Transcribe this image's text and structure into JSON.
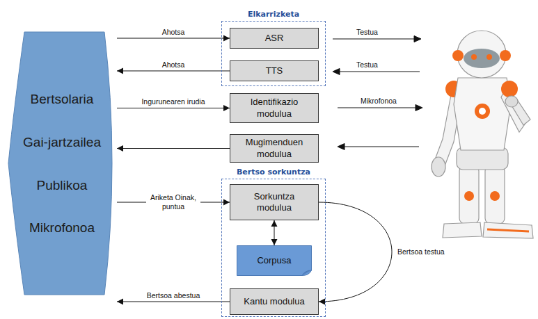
{
  "diagram": {
    "nodes": [
      {
        "text": [
          "Bertsolaria",
          "Gai-jartzailea",
          "Publikoa",
          "Mikrofonoa"
        ]
      },
      {
        "text": [
          "Elkarrizketa"
        ]
      },
      {
        "text": [
          "ASR"
        ],
        "in": 1
      },
      {
        "text": [
          "TTS"
        ],
        "in": 1
      },
      {
        "text": [
          "Identifikazio modulua"
        ]
      },
      {
        "text": [
          "Mugimenduen modulua"
        ]
      },
      {
        "text": [
          "Bertso sorkuntza"
        ]
      },
      {
        "text": [
          "Sorkuntza modulua"
        ],
        "in": 6
      },
      {
        "text": [
          "Corpusa"
        ],
        "in": 6
      },
      {
        "text": [
          "Kantu modulua"
        ],
        "in": 6
      }
    ],
    "edges": [
      {
        "from": 0,
        "to": 2,
        "label": "Ahotsa",
        "arrow": "to"
      },
      {
        "from": 3,
        "to": 0,
        "label": "Ahotsa",
        "arrow": "to"
      },
      {
        "from": 0,
        "to": 4,
        "label": "Ingurunearen irudia",
        "arrow": "to"
      },
      {
        "from": 5,
        "to": 0,
        "arrow": "to"
      },
      {
        "from": 0,
        "to": 7,
        "label": "Ariketa Oinak, puntua",
        "arrow": "to"
      },
      {
        "from": 7,
        "to": 8,
        "arrow": "both"
      },
      {
        "from": 7,
        "to": 9,
        "label": "Bertsoa testua",
        "arrow": "to"
      },
      {
        "from": 9,
        "to": 0,
        "label": "Bertsoa abestua",
        "arrow": "to"
      }
    ],
    "labels": [
      "Testua",
      "Testua",
      "Mikrofonoa"
    ]
  }
}
